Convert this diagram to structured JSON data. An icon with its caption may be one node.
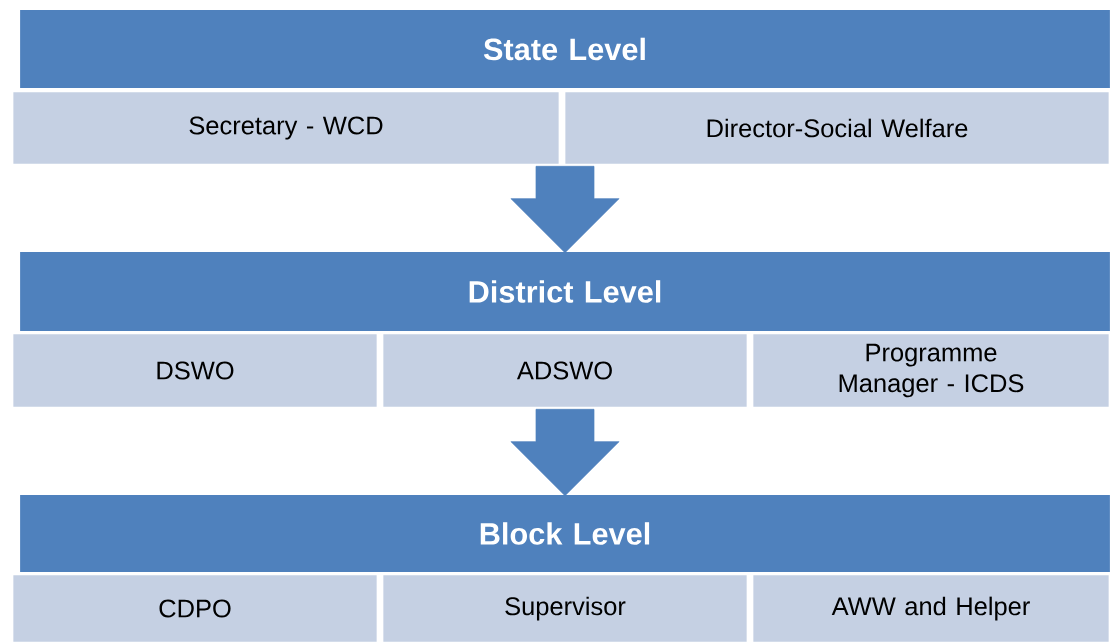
{
  "diagram": {
    "nodes": [
      {
        "text": [
          "State Level"
        ]
      },
      {
        "text": [
          "Secretary - WCD"
        ]
      },
      {
        "text": [
          "Director-Social Welfare"
        ]
      },
      {
        "text": [
          "District Level"
        ]
      },
      {
        "text": [
          "DSWO"
        ]
      },
      {
        "text": [
          "ADSWO"
        ]
      },
      {
        "text": [
          "Programme Manager - ICDS"
        ]
      },
      {
        "text": [
          "Block Level"
        ]
      },
      {
        "text": [
          "CDPO"
        ]
      },
      {
        "text": [
          "Supervisor"
        ]
      },
      {
        "text": [
          "AWW and Helper"
        ]
      }
    ],
    "edges": [
      {
        "from": 2,
        "to": 3,
        "arrow": "to"
      },
      {
        "from": 5,
        "to": 7,
        "arrow": "to"
      }
    ]
  }
}
